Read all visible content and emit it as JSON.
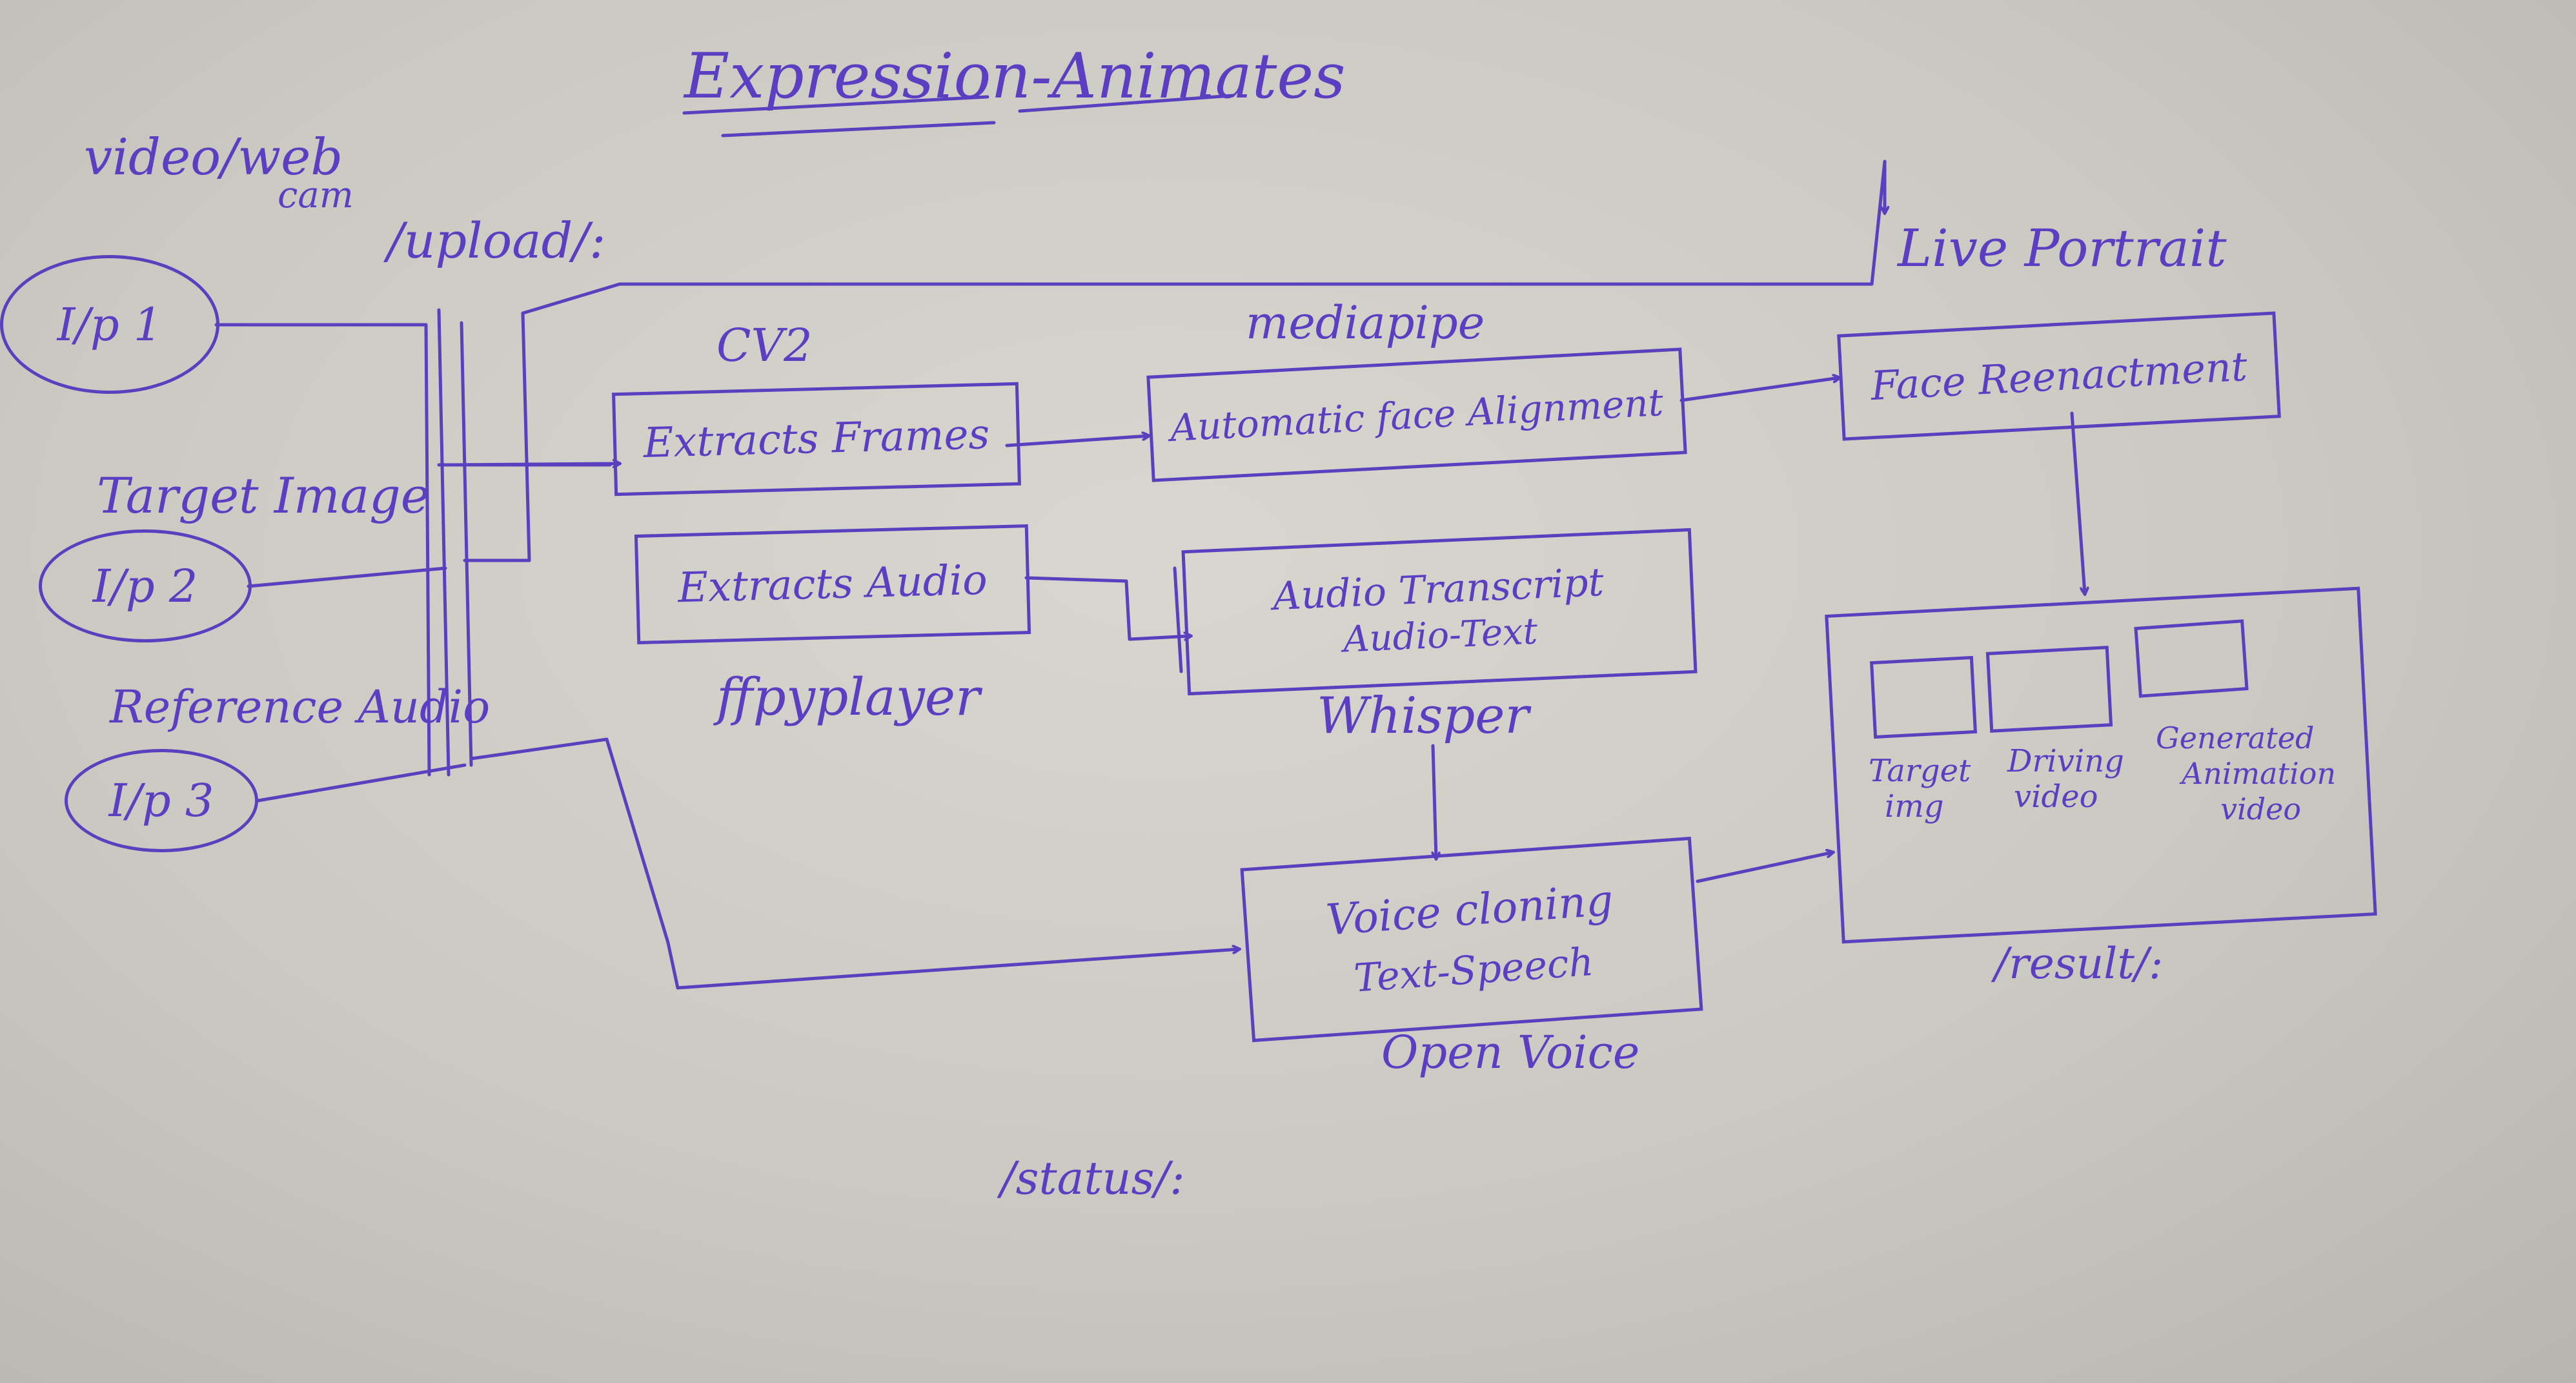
{
  "title": "Expression-Animates",
  "source_label_line1": "video/web",
  "source_label_line2": "cam",
  "upload_label": "/upload/:",
  "inputs": [
    {
      "label": "Target Image",
      "text": "I/p 2"
    },
    {
      "label": "Reference Audio",
      "text": "I/p 3"
    }
  ],
  "input1_text": "I/p 1",
  "boxes": {
    "extract_frames": {
      "text": "Extracts Frames",
      "tool": "CV2"
    },
    "face_alignment": {
      "text": "Automatic face Alignment",
      "tool": "mediapipe"
    },
    "face_reenactment": {
      "text": "Face Reenactment",
      "tool": "Live Portrait"
    },
    "extract_audio": {
      "text": "Extracts Audio",
      "tool": "ffpyplayer"
    },
    "audio_transcript": {
      "line1": "Audio Transcript",
      "line2": "Audio-Text",
      "tool": "Whisper"
    },
    "voice_cloning": {
      "line1": "Voice cloning",
      "line2": "Text-Speech",
      "tool": "Open Voice"
    }
  },
  "result": {
    "label": "/result/:",
    "thumbs": [
      {
        "line1": "Target",
        "line2": "img"
      },
      {
        "line1": "Driving",
        "line2": "video"
      },
      {
        "line1": "Generated",
        "line2": "Animation",
        "line3": "video"
      }
    ]
  },
  "status_label": "/status/:",
  "ink_color": "#5a3fbf",
  "paper_color": "#cfcec6"
}
